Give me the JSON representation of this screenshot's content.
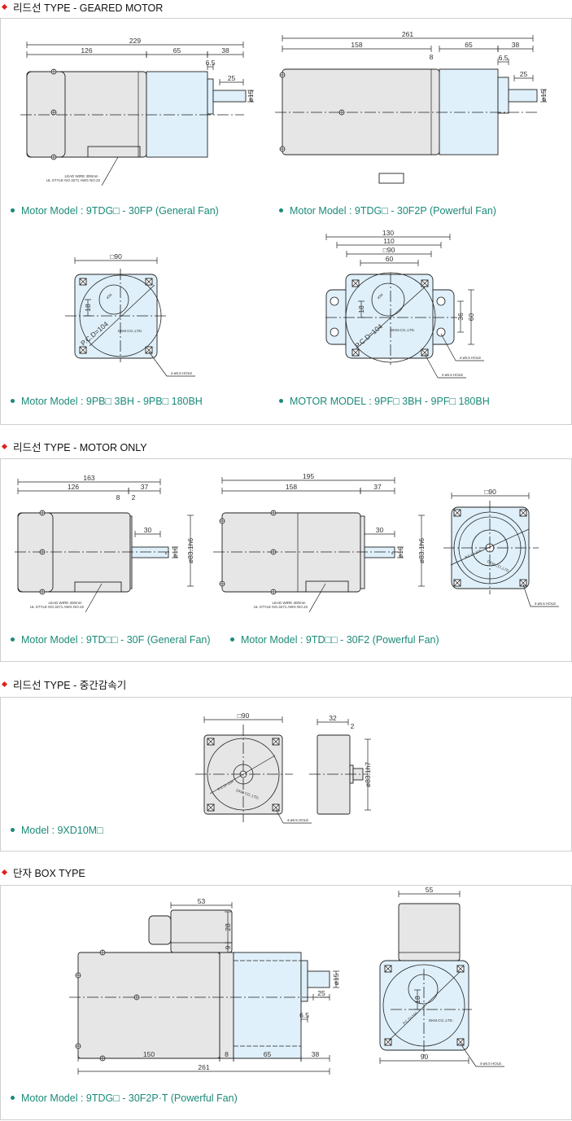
{
  "sections": [
    {
      "title": "리드선 TYPE - GEARED MOTOR",
      "captions": [
        "Motor Model : 9TDG□ - 30FP (General Fan)",
        "Motor Model : 9TDG□ - 30F2P (Powerful Fan)",
        "Motor Model : 9PB□ 3BH - 9PB□ 180BH",
        "MOTOR MODEL : 9PF□ 3BH - 9PF□ 180BH"
      ]
    },
    {
      "title": "리드선 TYPE - MOTOR ONLY",
      "captions": [
        "Motor Model : 9TD□□ - 30F (General Fan)",
        "Motor Model : 9TD□□ - 30F2 (Powerful Fan)"
      ]
    },
    {
      "title": "리드선 TYPE - 중간감속기",
      "captions": [
        "Model : 9XD10M□"
      ]
    },
    {
      "title": "단자 BOX TYPE",
      "captions": [
        "Motor Model : 9TDG□ - 30F2P·T (Powerful Fan)"
      ]
    }
  ],
  "drawing_text": {
    "d1": [
      "229",
      "126",
      "65",
      "38",
      "6.5",
      "25",
      "ø15"
    ],
    "d2": [
      "261",
      "158",
      "8",
      "65",
      "38",
      "6.5",
      "25",
      "ø15"
    ],
    "d3": [
      "□90",
      "18",
      "ø34",
      "P.C.D=104",
      "DKM.CO.,LTD."
    ],
    "d4": [
      "130",
      "110",
      "□90",
      "60",
      "36",
      "60",
      "18",
      "ø34",
      "P.C.D=104",
      "DKM.CO.,LTD."
    ],
    "d5": [
      "163",
      "126",
      "37",
      "8",
      "2",
      "30",
      "ø10",
      "ø83.1h6",
      "6"
    ],
    "d6": [
      "195",
      "158",
      "37",
      "30",
      "ø10",
      "ø83.1h6",
      "6"
    ],
    "d7": [
      "□90",
      "P.C.D=104",
      "DKM CO.,LTD."
    ],
    "d8": [
      "□90",
      "P.C.D=104",
      "DKM CO.,LTD.",
      "32",
      "2",
      "ø83.1h7"
    ],
    "d9": [
      "53",
      "28",
      "9",
      "25",
      "ø15",
      "6.5",
      "150",
      "8",
      "65",
      "38",
      "261"
    ],
    "d10": [
      "55",
      "90",
      "18",
      "P.C.D=104",
      "DKM.CO.,LTD."
    ],
    "lead_wire": [
      "LEAD WIRE 300mm",
      "UL STYLE NO.3271 AWG NO.22"
    ],
    "hole": "4-ø6.5 HOLE"
  },
  "colors": {
    "accent": "#e0201b",
    "caption": "#1b8a78",
    "body": "#e6e6e6",
    "gear": "#dff0fa"
  }
}
